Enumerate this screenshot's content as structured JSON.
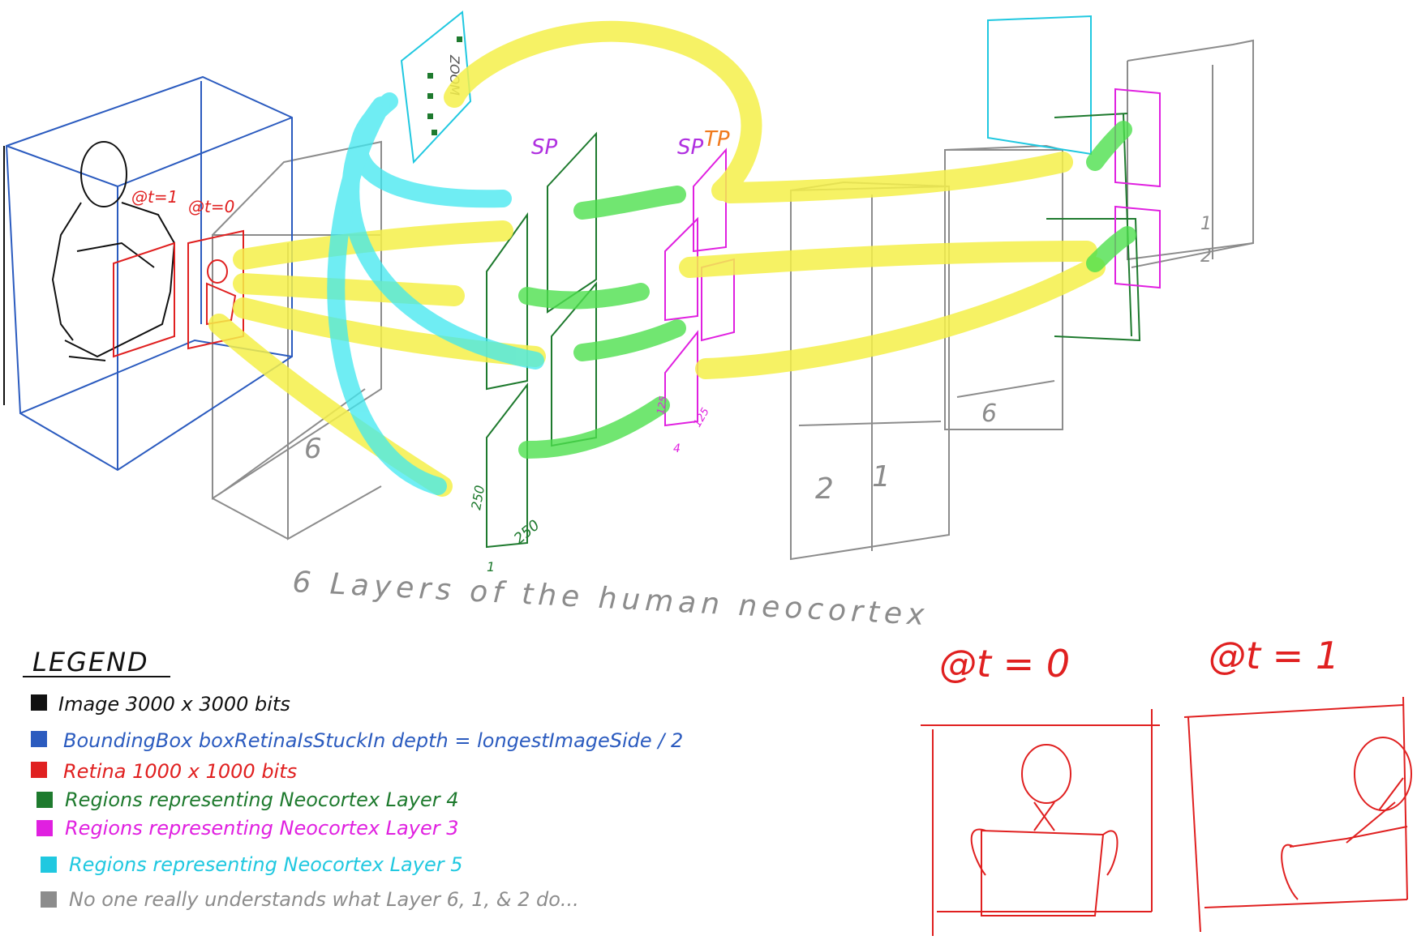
{
  "colors": {
    "image": "#111111",
    "bounding_box": "#2b5bbf",
    "retina": "#e02020",
    "layer4": "#1e7a2e",
    "layer3": "#e020e0",
    "layer5": "#20c8e0",
    "other_layers": "#8c8c8c",
    "yellow_arrow": "#f5f04a",
    "green_arrow": "#4ee04e",
    "cyan_arrow": "#3fe8f0",
    "orange_label": "#f07a1e"
  },
  "labels": {
    "retina_t1": "@t=1",
    "retina_t0": "@t=0",
    "zoom": "ZOOM",
    "sp1": "SP",
    "sp2": "SP",
    "tp": "TP",
    "layer6_left": "6",
    "layer6_right": "6",
    "layer2": "2",
    "layer1": "1",
    "right_1": "1",
    "right_2": "2",
    "dim_250a": "250",
    "dim_250b": "250",
    "dim_1": "1",
    "dim_125a": "125",
    "dim_125b": "125",
    "dim_4": "4",
    "caption": "6 Layers of the human neocortex"
  },
  "legend": {
    "title": "LEGEND",
    "items": [
      {
        "color": "#111111",
        "text": "Image   3000 x 3000 bits"
      },
      {
        "color": "#2b5bbf",
        "text": "BoundingBox  boxRetinaIsStuckIn   depth = longestImageSide / 2"
      },
      {
        "color": "#e02020",
        "text": "Retina    1000 x 1000 bits"
      },
      {
        "color": "#1e7a2e",
        "text": "Regions  representing  Neocortex  Layer 4"
      },
      {
        "color": "#e020e0",
        "text": "Regions  representing  Neocortex  Layer 3"
      },
      {
        "color": "#20c8e0",
        "text": "Regions  representing  Neocortex  Layer 5"
      },
      {
        "color": "#8c8c8c",
        "text": "No one  really  understands  what  Layer  6, 1, & 2  do..."
      }
    ]
  },
  "frames": {
    "t0_label": "@t = 0",
    "t1_label": "@t = 1"
  }
}
